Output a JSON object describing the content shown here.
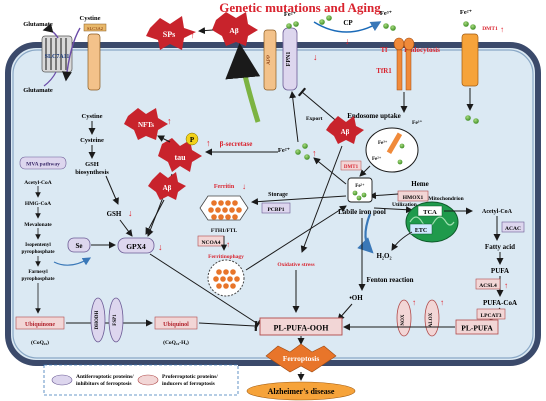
{
  "title": "Genetic mutations and Aging",
  "labels": {
    "glutamate_top": "Glutamate",
    "cystine_top": "Cystine",
    "slc7a11": "SLC7A11",
    "slc3a2": "SLC3A2",
    "glutamate_in": "Glutamate",
    "cystine_in": "Cystine",
    "cysteine": "Cysteine",
    "gsh_bio_1": "GSH",
    "gsh_bio_2": "biosynthesis",
    "gsh": "GSH",
    "gpx4": "GPX4",
    "se": "Se",
    "sps": "SPs",
    "abeta": "Aβ",
    "app": "APP",
    "fpn1": "FPN1",
    "cp": "CP",
    "fe3": "Fe³⁺",
    "fe2": "Fe²⁺",
    "tf": "Tf",
    "endocytosis": "Endocytosis",
    "tfr1": "TfR1",
    "dmt1": "DMT1",
    "export": "Export",
    "beta_secretase": "β-secretase",
    "nfts": "NFTs",
    "tau": "tau",
    "p": "P",
    "endosome_uptake": "Endosome uptake",
    "heme": "Heme",
    "hmox1": "HMOX1",
    "ferritin": "Ferritin",
    "storage": "Storage",
    "pcbp1": "PCBP1",
    "fth1_ftl": "FTH1/FTL",
    "ncoa4": "NCOA4",
    "ferritinophagy": "Ferritinophagy",
    "labile_iron_pool": "Labile iron pool",
    "utilization": "Utilization",
    "mitochondrion": "Mitochondrion",
    "tca": "TCA",
    "etc": "ETC",
    "acetyl_coa_right": "Acetyl-CoA",
    "acac": "ACAC",
    "fatty_acid": "Fatty acid",
    "h2o2": "H₂O₂",
    "fenton": "Fenton reaction",
    "oh": "•OH",
    "oxidative_stress": "Oxidative stress",
    "pufa": "PUFA",
    "acsl4": "ACSL4",
    "pufa_coa": "PUFA-CoA",
    "lpcat3": "LPCAT3",
    "pl_pufa": "PL-PUFA",
    "pl_pufa_ooh": "PL-PUFA-OOH",
    "alox": "ALOX",
    "nox": "NOX",
    "ferroptosis": "Ferroptosis",
    "alzheimers": "Alzheimer's disease",
    "mva": "MVA pathway",
    "acetyl_coa_left": "Acetyl-CoA",
    "hmg_coa": "HMG-CoA",
    "mevalonate": "Mevalonate",
    "ipp_1": "Isopentenyl",
    "ipp_2": "pyrophosphate",
    "fpp_1": "Farnesyl",
    "fpp_2": "pyrophosphate",
    "ubiquinone": "Ubiquinone",
    "ubiquinol": "Ubiquinol",
    "coq10": "(CoQ₁₀)",
    "coq10h2": "(CoQ₁₀-H₂)",
    "dhodh": "DHODH",
    "fsp1": "FSP1",
    "legend_anti_1": "Antiferroptotic proteins/",
    "legend_anti_2": "inhibitors of ferroptosis",
    "legend_pro_1": "Proferroptotic proteins/",
    "legend_pro_2": "inducers of ferroptosis"
  },
  "colors": {
    "title": "#d9232e",
    "cell_border": "#3b4a6b",
    "cytoplasm": "#dbe9f3",
    "red_arrow": "#e0202a",
    "star": "#c8232c",
    "fe_green": "#5fae3c",
    "box_pink": "#f2d6d6",
    "box_lav": "#ddd6ee",
    "mito": "#1f9a4c",
    "ferroptosis": "#e8752a"
  }
}
